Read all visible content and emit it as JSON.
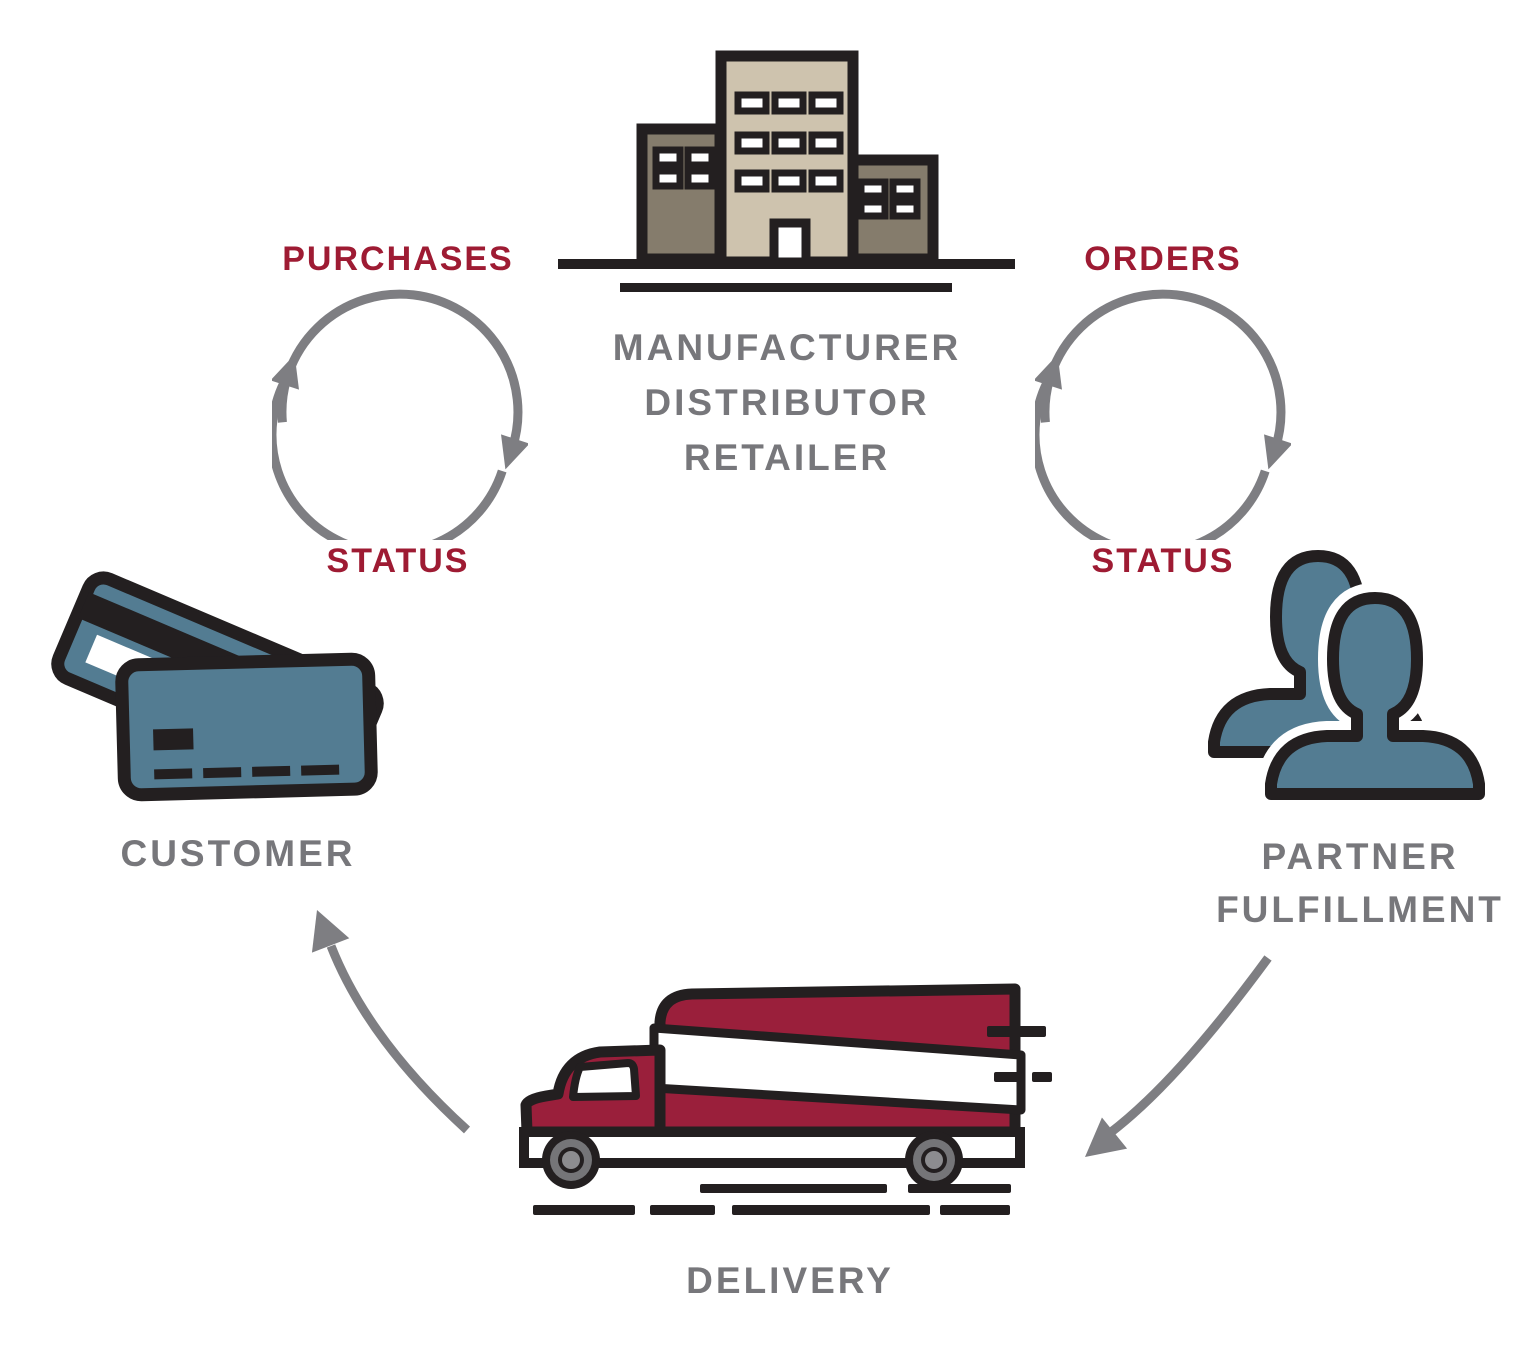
{
  "title": "Order fulfillment cycle diagram",
  "colors": {
    "red": "#9E1B33",
    "truck_red": "#9A1F3B",
    "gray_text": "#77777B",
    "gray_arrow": "#7E7E82",
    "blue": "#537C92",
    "tan": "#CEC3AE",
    "taupe": "#857C6C",
    "ink": "#231F20",
    "wheel_tire": "#757578",
    "wheel_hub": "#8C8C8F"
  },
  "cycles": {
    "left": {
      "top_label": "PURCHASES",
      "bottom_label": "STATUS"
    },
    "right": {
      "top_label": "ORDERS",
      "bottom_label": "STATUS"
    }
  },
  "nodes": {
    "center": {
      "icon": "building-icon",
      "lines": [
        "MANUFACTURER",
        "DISTRIBUTOR",
        "RETAILER"
      ]
    },
    "customer": {
      "icon": "credit-cards-icon",
      "label": "CUSTOMER"
    },
    "partner": {
      "icon": "people-icon",
      "lines": [
        "PARTNER",
        "FULFILLMENT"
      ]
    },
    "delivery": {
      "icon": "truck-icon",
      "label": "DELIVERY"
    }
  },
  "flows": [
    {
      "from": "customer",
      "to": "center",
      "labels": [
        "PURCHASES",
        "STATUS"
      ]
    },
    {
      "from": "center",
      "to": "partner",
      "labels": [
        "ORDERS",
        "STATUS"
      ]
    },
    {
      "from": "partner",
      "to": "delivery"
    },
    {
      "from": "delivery",
      "to": "customer"
    }
  ]
}
